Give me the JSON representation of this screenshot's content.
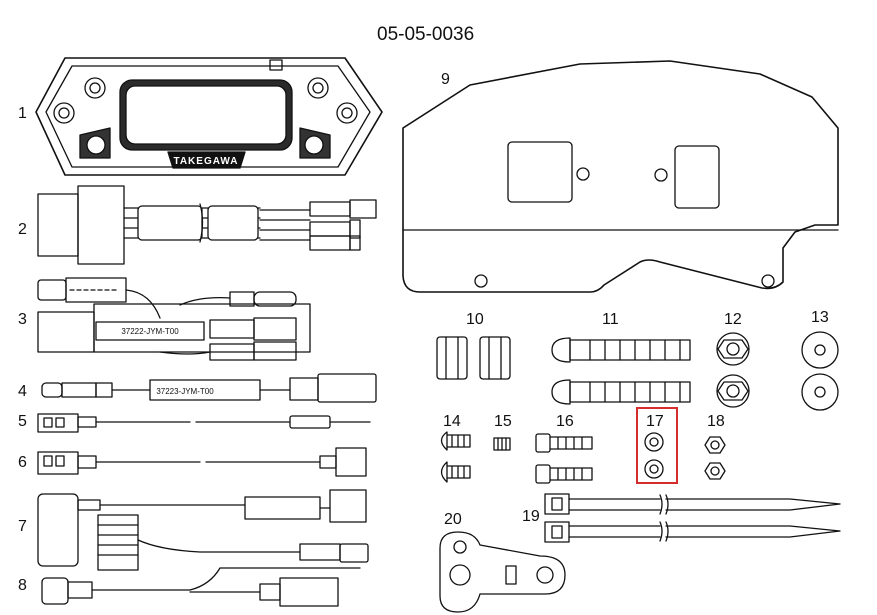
{
  "diagram": {
    "part_number": "05-05-0036",
    "callouts": [
      "1",
      "2",
      "3",
      "4",
      "5",
      "6",
      "7",
      "8",
      "9",
      "10",
      "11",
      "12",
      "13",
      "14",
      "15",
      "16",
      "17",
      "18",
      "19",
      "20"
    ],
    "labels": {
      "harness_3": "37222-JYM-T00",
      "harness_4": "37223-JYM-T00",
      "meter_logo": "TAKEGAWA"
    },
    "highlighted_callout": "17",
    "highlight_color": "#d62c2c"
  }
}
